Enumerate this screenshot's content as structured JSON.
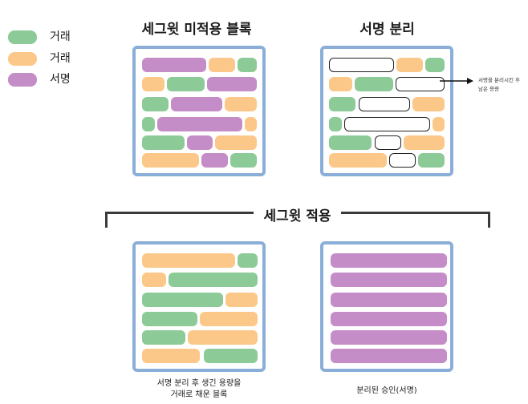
{
  "colors": {
    "transaction": "#8ccb98",
    "transaction2": "#fbc889",
    "signature": "#c48dc7",
    "empty_border": "#222222",
    "box_border": "#8aaed8"
  },
  "legend": [
    {
      "label": "거래",
      "color": "#8ccb98"
    },
    {
      "label": "거래",
      "color": "#fbc889"
    },
    {
      "label": "서명",
      "color": "#c48dc7"
    }
  ],
  "titles": {
    "top_left": "세그윗 미적용 블록",
    "top_right": "서명 분리",
    "middle": "세그윗 적용"
  },
  "side_note": {
    "line1": "서명을 분리시킨 후",
    "line2": "남은 용량"
  },
  "captions": {
    "bottom_left_line1": "서명 분리 후 생긴 용량을",
    "bottom_left_line2": "거래로 채운 블록",
    "bottom_right": "분리된 승인(서명)"
  }
}
